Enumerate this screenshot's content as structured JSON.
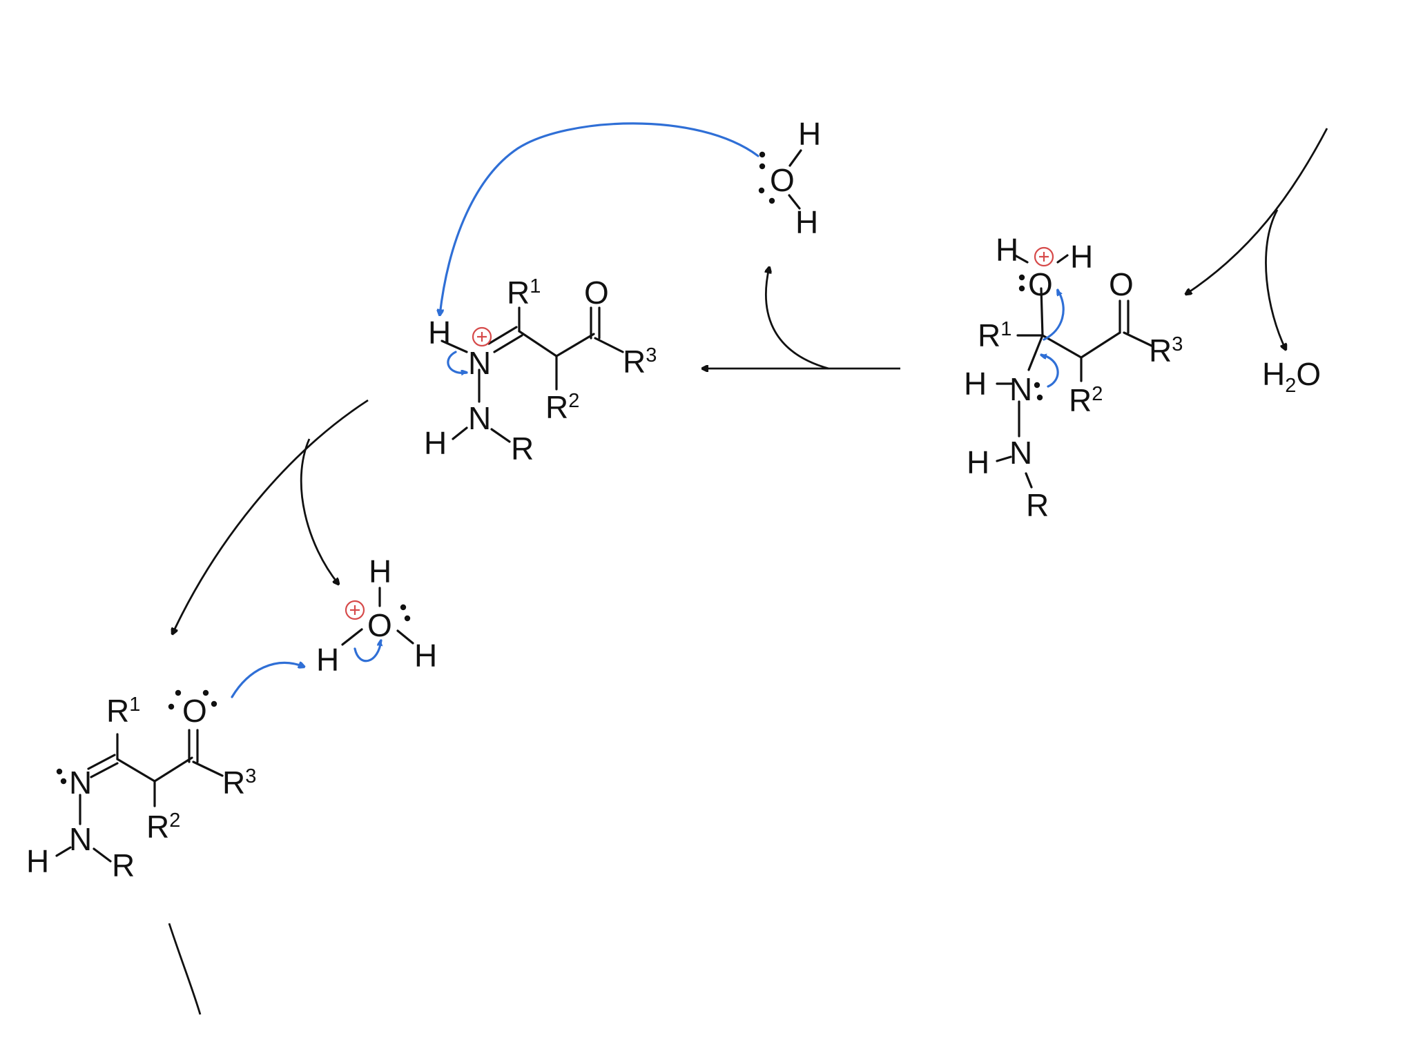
{
  "labels": {
    "O": "O",
    "N": "N",
    "H": "H",
    "R": "R",
    "R1": "1",
    "R2": "2",
    "R3": "3",
    "water_H2O_H": "H",
    "water_H2O_sub": "2",
    "water_H2O_O": "O"
  },
  "colors": {
    "bond": "#111111",
    "electron_arrow": "#2f6fd6",
    "charge": "#d64a4a"
  },
  "icons": {
    "charge": "plus-in-circle",
    "lone_pair": "two-dots"
  }
}
